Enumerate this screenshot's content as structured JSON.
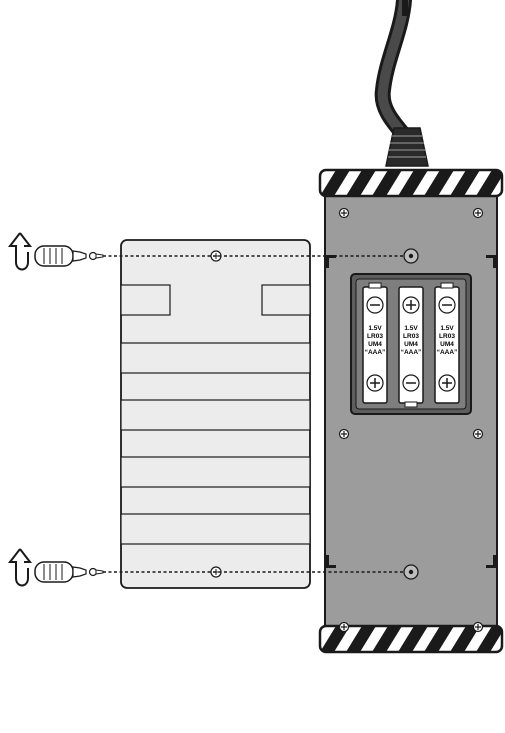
{
  "colors": {
    "device_body": "#9c9c9c",
    "cover": "#ececec",
    "outline": "#1a1a1a",
    "battery": "#ffffff",
    "compartment": "#5e5e5e",
    "stripe_light": "#ffffff",
    "stripe_dark": "#1a1a1a"
  },
  "batteries": [
    {
      "orientation": "minus-top",
      "lines": [
        "1.5V",
        "LR03",
        "UM4",
        "“AAA”"
      ]
    },
    {
      "orientation": "plus-top",
      "lines": [
        "1.5V",
        "LR03",
        "UM4",
        "“AAA”"
      ]
    },
    {
      "orientation": "minus-top",
      "lines": [
        "1.5V",
        "LR03",
        "UM4",
        "“AAA”"
      ]
    }
  ],
  "icons": [
    "rotate-arrow-icon",
    "screwdriver-icon",
    "screw-icon"
  ]
}
